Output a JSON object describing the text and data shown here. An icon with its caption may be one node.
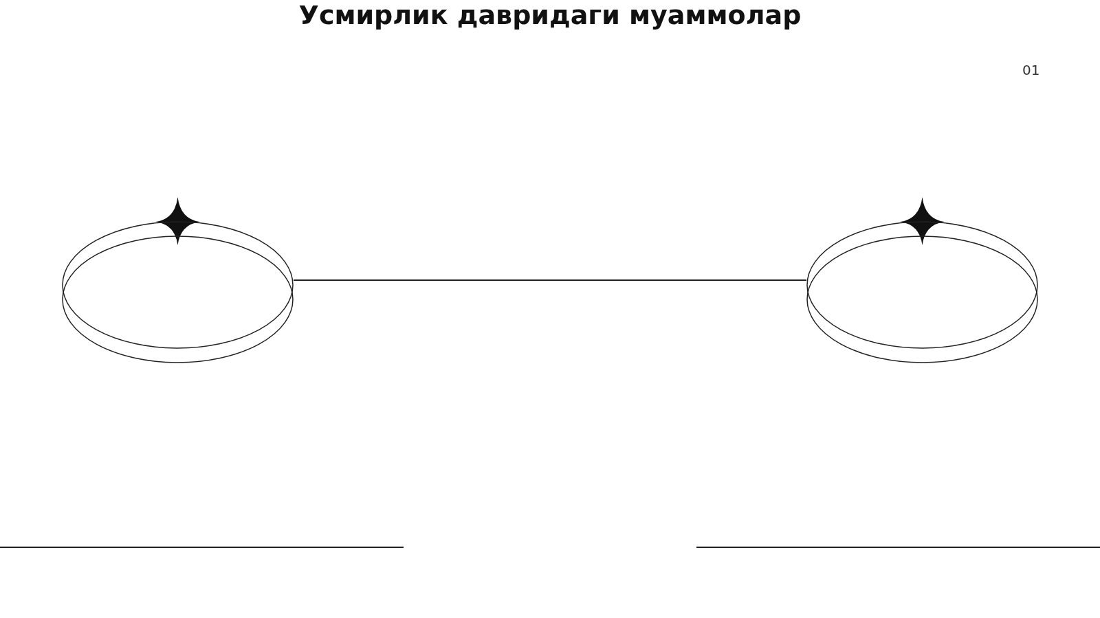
{
  "diagram": {
    "title": "Усмирлик давридаги муаммолар",
    "nodes": [
      {
        "text": [],
        "shape": "ellipse"
      },
      {
        "text": [],
        "shape": "ellipse"
      }
    ],
    "edges": [
      {
        "from": 0,
        "to": 1,
        "arrow": "none"
      }
    ],
    "labels": [
      "01"
    ]
  }
}
